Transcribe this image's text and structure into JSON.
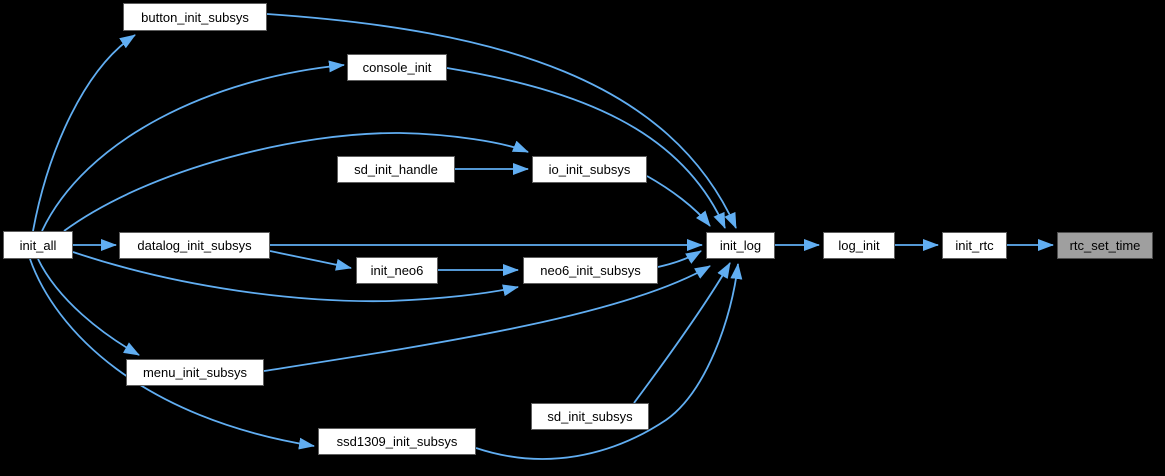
{
  "diagram": {
    "kind": "doxygen-caller-graph",
    "highlighted_node": "rtc_set_time",
    "colors": {
      "bg": "#000000",
      "edge": "#61aef2",
      "node_fill": "#ffffff",
      "node_border": "#5e5e5e",
      "target_fill": "#9f9f9f",
      "target_border": "#4d4d4d",
      "text": "#000000"
    },
    "nodes": [
      {
        "id": "init_all",
        "label": "init_all"
      },
      {
        "id": "button_init_subsys",
        "label": "button_init_subsys"
      },
      {
        "id": "console_init",
        "label": "console_init"
      },
      {
        "id": "sd_init_handle",
        "label": "sd_init_handle"
      },
      {
        "id": "io_init_subsys",
        "label": "io_init_subsys"
      },
      {
        "id": "datalog_init_subsys",
        "label": "datalog_init_subsys"
      },
      {
        "id": "init_neo6",
        "label": "init_neo6"
      },
      {
        "id": "neo6_init_subsys",
        "label": "neo6_init_subsys"
      },
      {
        "id": "menu_init_subsys",
        "label": "menu_init_subsys"
      },
      {
        "id": "sd_init_subsys",
        "label": "sd_init_subsys"
      },
      {
        "id": "ssd1309_init_subsys",
        "label": "ssd1309_init_subsys"
      },
      {
        "id": "init_log",
        "label": "init_log"
      },
      {
        "id": "log_init",
        "label": "log_init"
      },
      {
        "id": "init_rtc",
        "label": "init_rtc"
      },
      {
        "id": "rtc_set_time",
        "label": "rtc_set_time"
      }
    ],
    "edges": [
      {
        "from": "init_all",
        "to": "button_init_subsys"
      },
      {
        "from": "init_all",
        "to": "console_init"
      },
      {
        "from": "init_all",
        "to": "io_init_subsys"
      },
      {
        "from": "init_all",
        "to": "datalog_init_subsys"
      },
      {
        "from": "init_all",
        "to": "neo6_init_subsys"
      },
      {
        "from": "init_all",
        "to": "menu_init_subsys"
      },
      {
        "from": "init_all",
        "to": "ssd1309_init_subsys"
      },
      {
        "from": "sd_init_handle",
        "to": "io_init_subsys"
      },
      {
        "from": "datalog_init_subsys",
        "to": "init_neo6"
      },
      {
        "from": "init_neo6",
        "to": "neo6_init_subsys"
      },
      {
        "from": "button_init_subsys",
        "to": "init_log"
      },
      {
        "from": "console_init",
        "to": "init_log"
      },
      {
        "from": "io_init_subsys",
        "to": "init_log"
      },
      {
        "from": "datalog_init_subsys",
        "to": "init_log"
      },
      {
        "from": "neo6_init_subsys",
        "to": "init_log"
      },
      {
        "from": "menu_init_subsys",
        "to": "init_log"
      },
      {
        "from": "sd_init_subsys",
        "to": "init_log"
      },
      {
        "from": "ssd1309_init_subsys",
        "to": "init_log"
      },
      {
        "from": "init_log",
        "to": "log_init"
      },
      {
        "from": "log_init",
        "to": "init_rtc"
      },
      {
        "from": "init_rtc",
        "to": "rtc_set_time"
      }
    ]
  }
}
